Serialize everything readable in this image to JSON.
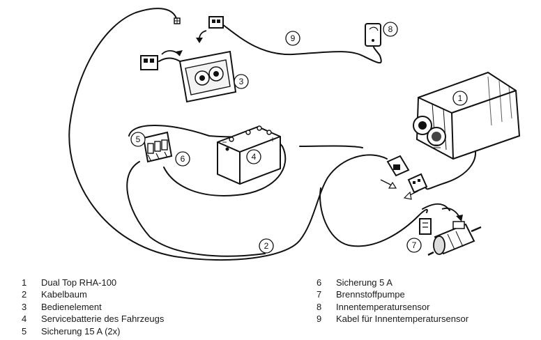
{
  "callouts": [
    "1",
    "2",
    "3",
    "4",
    "5",
    "6",
    "7",
    "8",
    "9"
  ],
  "legend": {
    "left": [
      {
        "num": "1",
        "text": "Dual Top RHA-100"
      },
      {
        "num": "2",
        "text": "Kabelbaum"
      },
      {
        "num": "3",
        "text": "Bedienelement"
      },
      {
        "num": "4",
        "text": "Servicebatterie des Fahrzeugs"
      },
      {
        "num": "5",
        "text": "Sicherung 15 A (2x)"
      }
    ],
    "right": [
      {
        "num": "6",
        "text": "Sicherung 5 A"
      },
      {
        "num": "7",
        "text": "Brennstoffpumpe"
      },
      {
        "num": "8",
        "text": "Innentemperatursensor"
      },
      {
        "num": "9",
        "text": "Kabel für Innentemperatursensor"
      }
    ]
  },
  "battery": {
    "plus": "+",
    "minus": "−"
  }
}
